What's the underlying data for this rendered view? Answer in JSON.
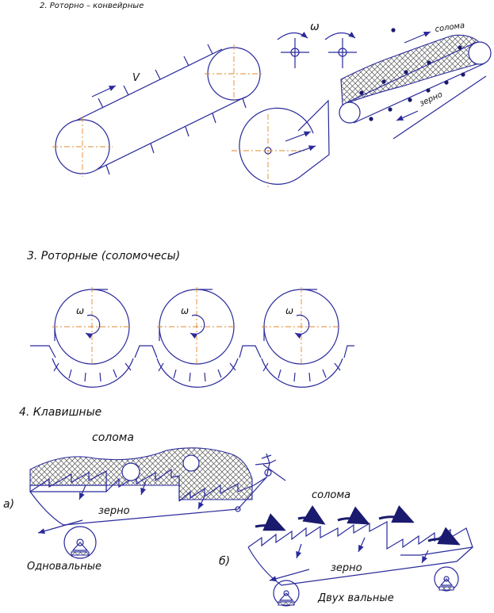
{
  "sections": {
    "rotor_conveyor": {
      "heading": "2. Роторно – конвейрные",
      "v_label": "V",
      "omega_label": "ω",
      "straw_label": "солома",
      "grain_label": "зерно"
    },
    "rotary": {
      "heading": "3. Роторные (соломочесы)",
      "omega_label": "ω"
    },
    "walkers": {
      "heading": "4. Клавишные",
      "straw_label_a": "солома",
      "grain_label_a": "зерно",
      "variant_a": "а)",
      "caption_a": "Одновальные",
      "straw_label_b": "солома",
      "grain_label_b": "зерно",
      "variant_b": "б)",
      "caption_b": "Двух вальные"
    }
  },
  "colors": {
    "line": "#2a2a9c",
    "axis": "#e08a2c",
    "text": "#111111",
    "dots": "#1a1a6e"
  }
}
